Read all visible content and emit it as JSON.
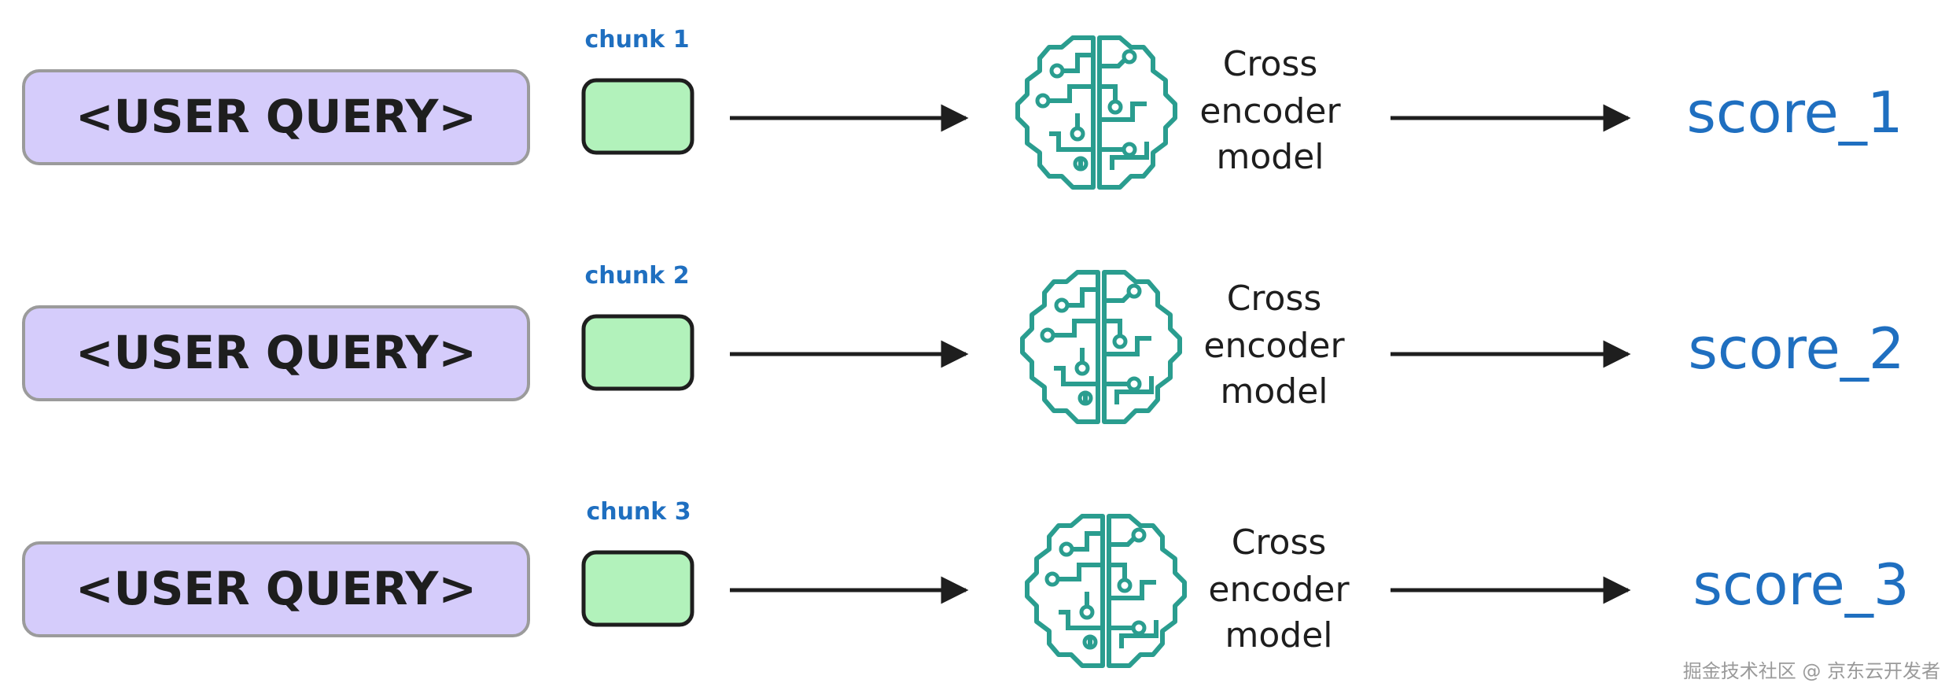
{
  "colors": {
    "query_fill": "#d5ccfb",
    "query_stroke": "#9b9b9b",
    "chunk_fill": "#b2f2bb",
    "chunk_stroke": "#1e1e1e",
    "arrow": "#1e1e1e",
    "brain": "#2a9d8f",
    "label_blue": "#1f6fc0",
    "text": "#1e1e1e"
  },
  "rows": [
    {
      "query_label": "<USER QUERY>",
      "chunk_label": "chunk 1",
      "model_lines": [
        "Cross",
        "encoder",
        "model"
      ],
      "score_label": "score_1"
    },
    {
      "query_label": "<USER QUERY>",
      "chunk_label": "chunk 2",
      "model_lines": [
        "Cross",
        "encoder",
        "model"
      ],
      "score_label": "score_2"
    },
    {
      "query_label": "<USER QUERY>",
      "chunk_label": "chunk 3",
      "model_lines": [
        "Cross",
        "encoder",
        "model"
      ],
      "score_label": "score_3"
    }
  ],
  "watermark": "掘金技术社区 @ 京东云开发者"
}
